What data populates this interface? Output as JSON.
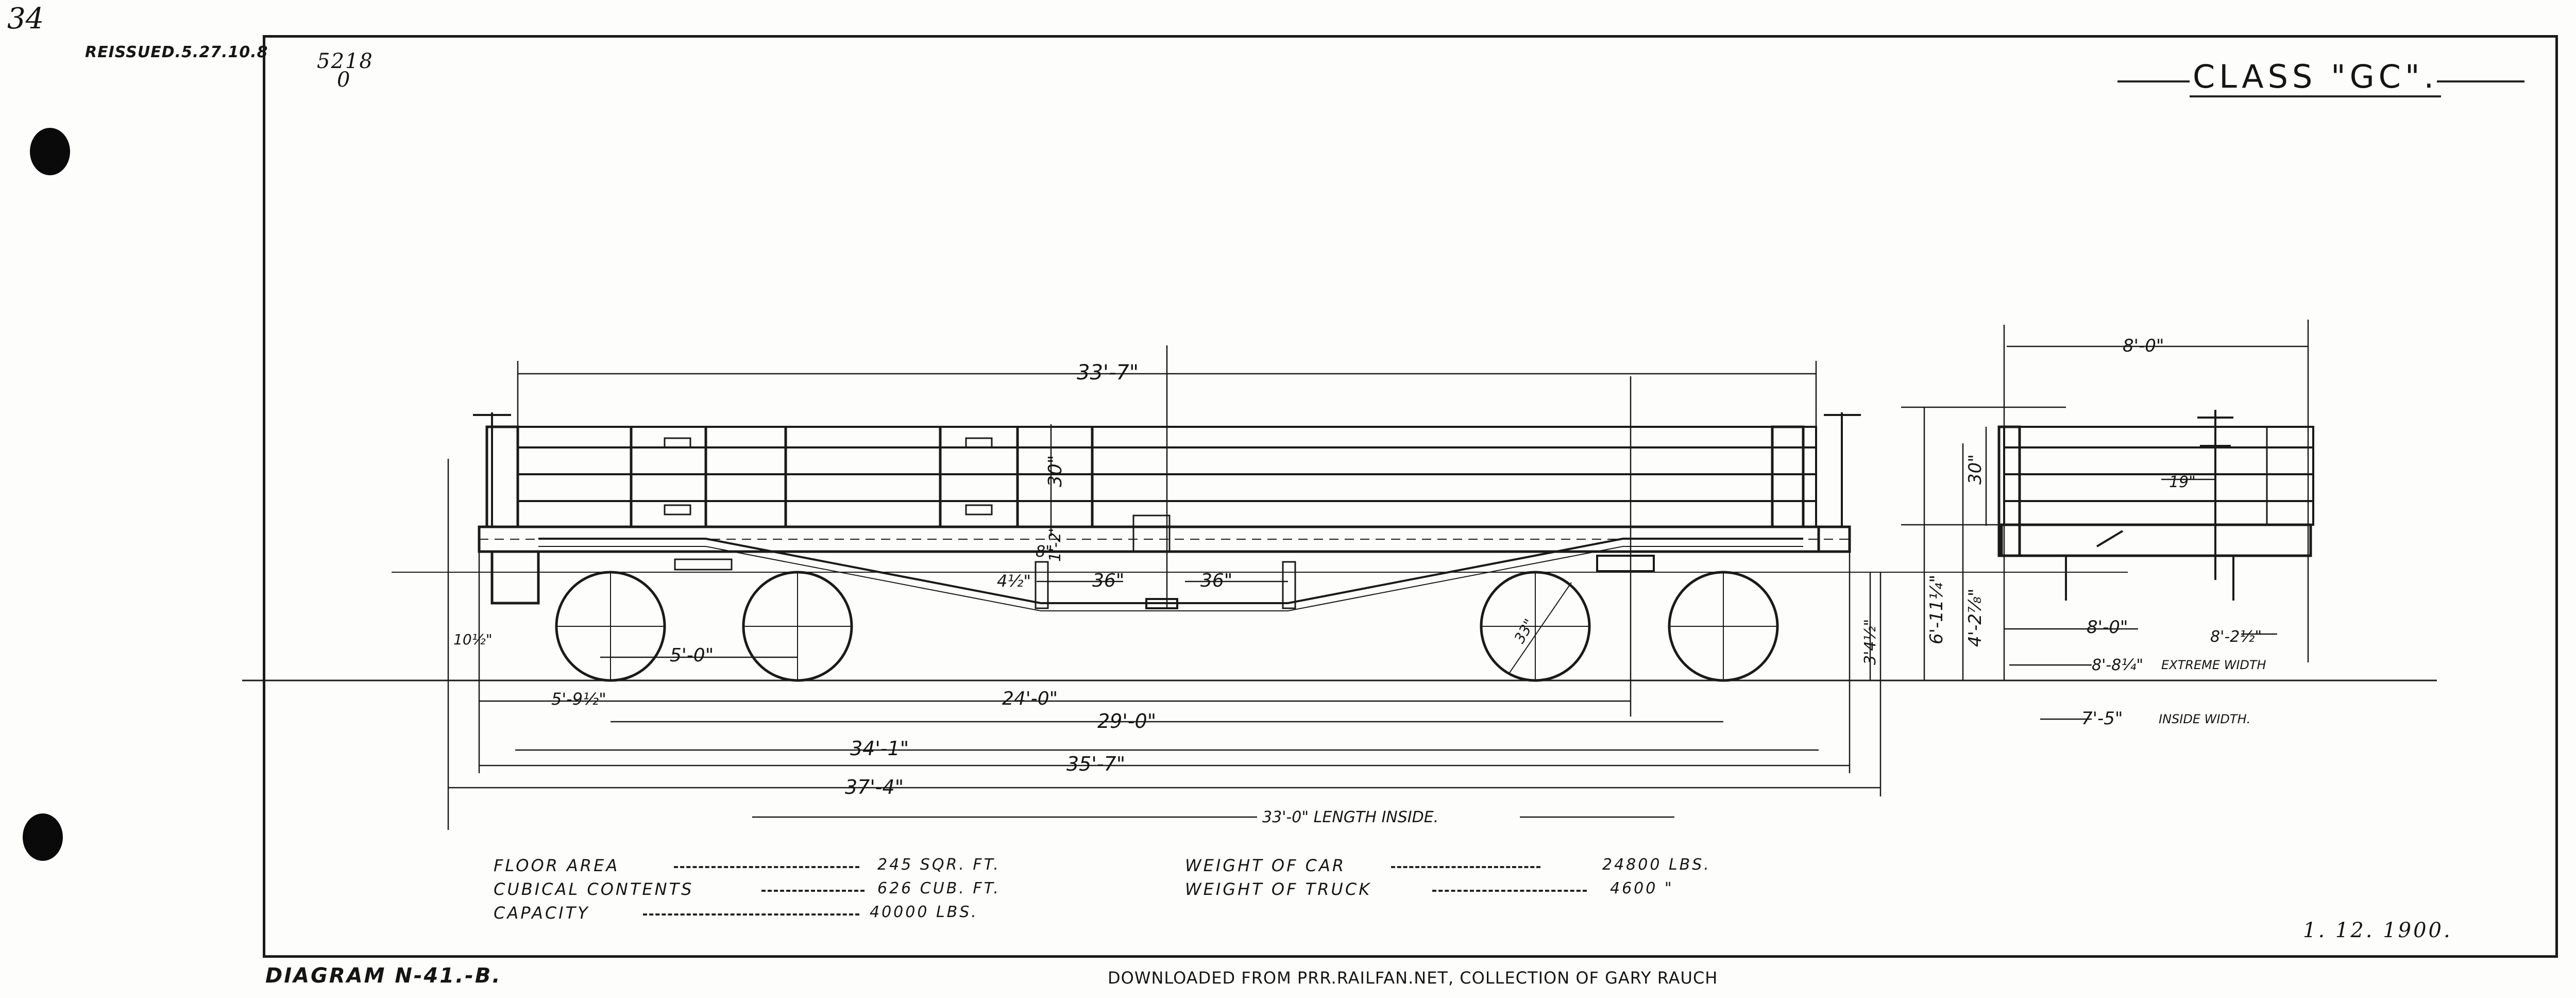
{
  "sheet": {
    "page_number": "34",
    "reissued": "REISSUED.5.27.10.8",
    "file_code_top": "5218",
    "file_code_bottom": "0",
    "class_title": "CLASS \"GC\".",
    "diagram_number": "DIAGRAM N-41.-B.",
    "date": "1. 12. 1900.",
    "footer_credit": "DOWNLOADED FROM PRR.RAILFAN.NET, COLLECTION OF GARY RAUCH"
  },
  "side_elevation_dims": {
    "body_length": "33'-7\"",
    "side_height": "30\"",
    "sill_depth_a": "1'-2\"",
    "sill_depth_b": "8\"",
    "truss_offset": "4½\"",
    "truss_span_left": "36\"",
    "truss_span_right": "36\"",
    "wheel_base": "5'-0\"",
    "overhang_small": "10½\"",
    "end_to_truck": "5'-9½\"",
    "truck_centers": "24'-0\"",
    "bolster_centers": "29'-0\"",
    "over_sills": "34'-1\"",
    "over_end_sills": "35'-7\"",
    "over_couplers": "37'-4\"",
    "length_inside": "33'-0\" LENGTH INSIDE.",
    "wheel_diameter": "33\"",
    "rail_to_floor": "3'4½\""
  },
  "end_elevation_dims": {
    "top_width": "8'-0\"",
    "side_height": "30\"",
    "bolt_height": "19\"",
    "height_overall": "6'-11¼\"",
    "height_to_top": "4'-2⅞\"",
    "sill_width": "8'-0\"",
    "width_over_sills": "8'-2½\"",
    "extreme_width_value": "8'-8¼\"",
    "extreme_width_label": "EXTREME WIDTH",
    "inside_width_value": "7'-5\"",
    "inside_width_label": "INSIDE WIDTH."
  },
  "specs_left": [
    {
      "label": "FLOOR AREA",
      "value": "245 SQR. FT."
    },
    {
      "label": "CUBICAL CONTENTS",
      "value": "626 CUB. FT."
    },
    {
      "label": "CAPACITY",
      "value": "40000 LBS."
    }
  ],
  "specs_right": [
    {
      "label": "WEIGHT OF CAR",
      "value": "24800 LBS."
    },
    {
      "label": "WEIGHT OF TRUCK",
      "value": "4600 \""
    }
  ]
}
